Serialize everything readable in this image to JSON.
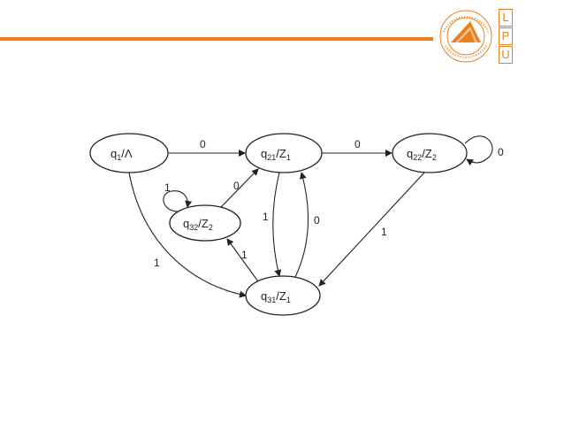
{
  "header": {
    "accent_color": "#e8801e",
    "logo_letters": [
      "L",
      "P",
      "U"
    ],
    "seal_text": "LOVELY PROFESSIONAL UNIVERSITY · PUNJAB (INDIA)"
  },
  "diagram": {
    "states": [
      {
        "id": "q1",
        "base": "q",
        "sub": "1",
        "output": "/Λ",
        "outsub": ""
      },
      {
        "id": "q21",
        "base": "q",
        "sub": "21",
        "output": "/Z",
        "outsub": "1"
      },
      {
        "id": "q22",
        "base": "q",
        "sub": "22",
        "output": "/Z",
        "outsub": "2"
      },
      {
        "id": "q32",
        "base": "q",
        "sub": "32",
        "output": "/Z",
        "outsub": "2"
      },
      {
        "id": "q31",
        "base": "q",
        "sub": "31",
        "output": "/Z",
        "outsub": "1"
      }
    ],
    "transitions": [
      {
        "from": "q1",
        "to": "q21",
        "label": "0"
      },
      {
        "from": "q1",
        "to": "q31",
        "label": "1"
      },
      {
        "from": "q21",
        "to": "q22",
        "label": "0"
      },
      {
        "from": "q22",
        "to": "q22",
        "label": "0"
      },
      {
        "from": "q22",
        "to": "q31",
        "label": "1"
      },
      {
        "from": "q21",
        "to": "q31",
        "label": "1"
      },
      {
        "from": "q31",
        "to": "q21",
        "label": "0"
      },
      {
        "from": "q32",
        "to": "q32",
        "label": "1"
      },
      {
        "from": "q32",
        "to": "q21",
        "label": "0"
      },
      {
        "from": "q31",
        "to": "q32",
        "label": "1"
      }
    ]
  }
}
